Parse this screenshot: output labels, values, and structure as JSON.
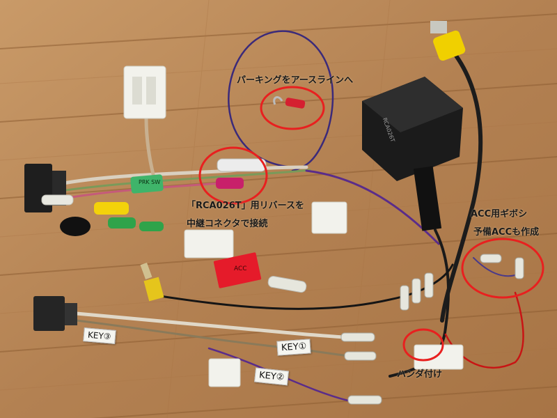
{
  "annotations": {
    "parking": "パーキングをアースラインへ",
    "reverse_line1": "「RCA026T」用リバースを",
    "reverse_line2": "中継コネクタで接続",
    "acc_line1": "ACC用ギボシ",
    "acc_line2": "予備ACCも作成",
    "solder": "ハンダ付け"
  },
  "parts": {
    "prk_sw_tag": "PRK SW",
    "acc_tag": "ACC",
    "module_marking": "RCA026T",
    "key1": "KEY①",
    "key2": "KEY②",
    "key3": "KEY③"
  },
  "colors": {
    "wood_light": "#c99a68",
    "wood_dark": "#9e6c3e",
    "highlight_circle": "#e8201f"
  }
}
